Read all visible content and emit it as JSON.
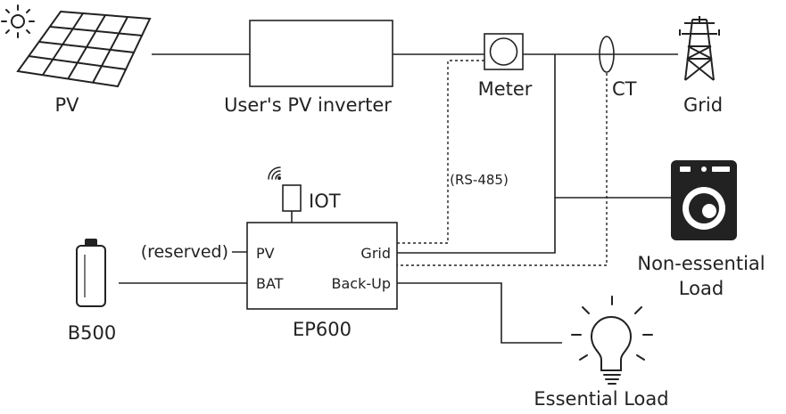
{
  "labels": {
    "pv": "PV",
    "inverter": "User's PV inverter",
    "meter": "Meter",
    "ct": "CT",
    "grid": "Grid",
    "rs485": "(RS-485)",
    "iot": "IOT",
    "reserved": "(reserved)",
    "port_pv": "PV",
    "port_grid": "Grid",
    "port_bat": "BAT",
    "port_backup": "Back-Up",
    "ep600": "EP600",
    "b500": "B500",
    "nonessential_1": "Non-essential",
    "nonessential_2": "Load",
    "essential": "Essential Load"
  },
  "colors": {
    "line": "#222222",
    "background": "#ffffff"
  },
  "icons": [
    "sun-icon",
    "solar-panel-icon",
    "grid-tower-icon",
    "washing-machine-icon",
    "light-bulb-icon",
    "wifi-icon",
    "battery-icon",
    "meter-icon",
    "ct-clamp-icon"
  ]
}
